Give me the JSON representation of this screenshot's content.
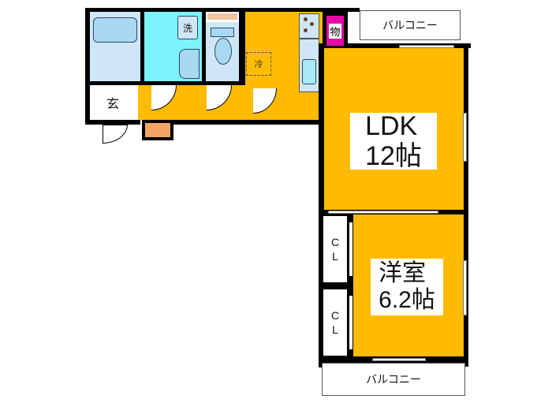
{
  "floorplan": {
    "rooms": {
      "ldk": {
        "name": "LDK",
        "size": "12帖"
      },
      "western_room": {
        "name": "洋室",
        "size": "6.2帖"
      },
      "entrance": {
        "label": "玄"
      },
      "washing_machine": {
        "label": "洗"
      },
      "storage": {
        "label": "物"
      },
      "closet_1": {
        "label_c": "C",
        "label_l": "L"
      },
      "closet_2": {
        "label_c": "C",
        "label_l": "L"
      },
      "balcony_top": {
        "label": "バルコニー"
      },
      "balcony_bottom": {
        "label": "バルコニー"
      },
      "fridge_space": {
        "label": "冷"
      }
    },
    "colors": {
      "floor": "#ffbb00",
      "bath": "#cfe6f7",
      "washroom": "#7df3fb",
      "closet": "#e60aa8",
      "balcony": "#e6ddd6",
      "entrance": "#d9d9d9",
      "wall": "#000000"
    }
  }
}
